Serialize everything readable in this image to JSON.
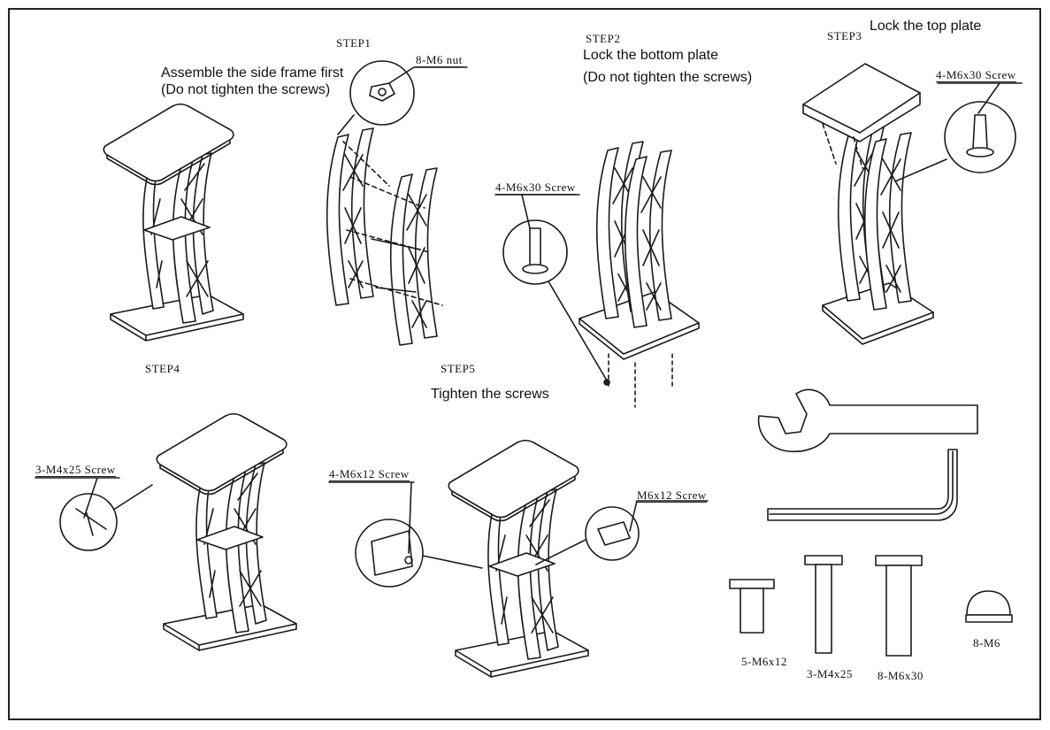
{
  "steps": {
    "step1": {
      "label": "STEP1",
      "note_line1": "Assemble the side frame first",
      "note_line2": "(Do not tighten the screws)",
      "callout": "8-M6 nut"
    },
    "step2": {
      "label": "STEP2",
      "note_line1": "Lock the bottom plate",
      "note_line2": "(Do not tighten the screws)",
      "callout": "4-M6x30 Screw"
    },
    "step3": {
      "label": "STEP3",
      "note": "Lock the top plate",
      "callout": "4-M6x30 Screw"
    },
    "step4": {
      "label": "STEP4",
      "callout": "3-M4x25 Screw"
    },
    "step5": {
      "label": "STEP5",
      "note": "Tighten the screws",
      "callout_left": "4-M6x12 Screw",
      "callout_right": "M6x12 Screw"
    }
  },
  "parts": [
    {
      "label": "5-M6x12",
      "icon": "short-screw-icon"
    },
    {
      "label": "3-M4x25",
      "icon": "thin-screw-icon"
    },
    {
      "label": "8-M6x30",
      "icon": "long-screw-icon"
    },
    {
      "label": "8-M6",
      "icon": "cap-nut-icon"
    }
  ],
  "tools": [
    {
      "icon": "open-wrench-icon"
    },
    {
      "icon": "hex-key-icon"
    }
  ]
}
